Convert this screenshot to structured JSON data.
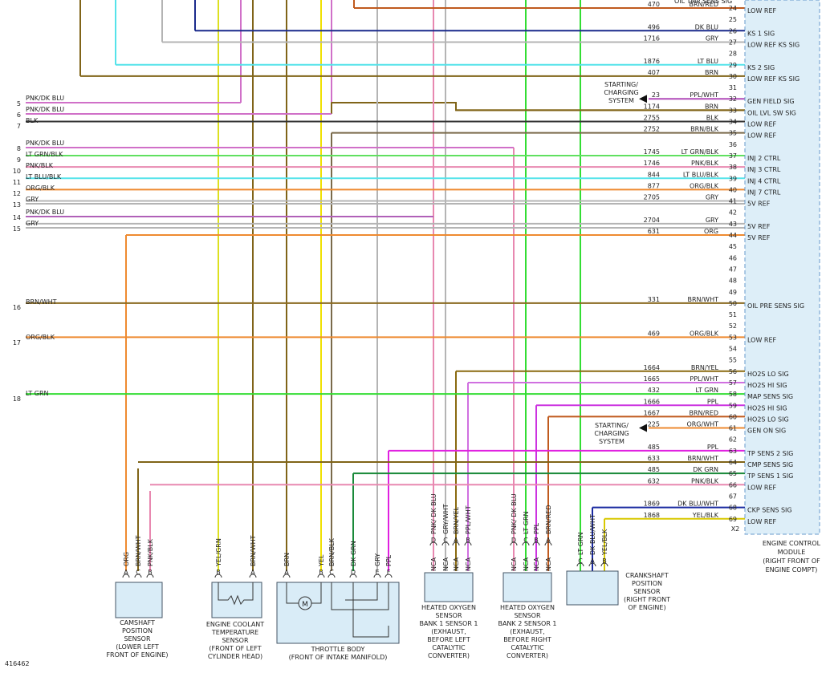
{
  "figure_id": "416462",
  "ecm": {
    "label_lines": [
      "ENGINE CONTROL",
      "MODULE",
      "(RIGHT FRONT OF",
      "ENGINE COMPT)"
    ],
    "connector": "X2",
    "pins": [
      {
        "num": "24",
        "label": "LOW REF"
      },
      {
        "num": "25",
        "label": ""
      },
      {
        "num": "26",
        "label": "KS 1 SIG"
      },
      {
        "num": "27",
        "label": "LOW REF KS SIG"
      },
      {
        "num": "28",
        "label": ""
      },
      {
        "num": "29",
        "label": "KS 2 SIG"
      },
      {
        "num": "30",
        "label": "LOW REF KS SIG"
      },
      {
        "num": "31",
        "label": ""
      },
      {
        "num": "32",
        "label": "GEN FIELD SIG"
      },
      {
        "num": "33",
        "label": "OIL LVL SW SIG"
      },
      {
        "num": "34",
        "label": "LOW REF"
      },
      {
        "num": "35",
        "label": "LOW REF"
      },
      {
        "num": "36",
        "label": ""
      },
      {
        "num": "37",
        "label": "INJ 2 CTRL"
      },
      {
        "num": "38",
        "label": "INJ 3 CTRL"
      },
      {
        "num": "39",
        "label": "INJ 4 CTRL"
      },
      {
        "num": "40",
        "label": "INJ 7 CTRL"
      },
      {
        "num": "41",
        "label": "5V REF"
      },
      {
        "num": "42",
        "label": ""
      },
      {
        "num": "43",
        "label": "5V REF"
      },
      {
        "num": "44",
        "label": "5V REF"
      },
      {
        "num": "45",
        "label": ""
      },
      {
        "num": "46",
        "label": ""
      },
      {
        "num": "47",
        "label": ""
      },
      {
        "num": "48",
        "label": ""
      },
      {
        "num": "49",
        "label": ""
      },
      {
        "num": "50",
        "label": "OIL PRE SENS SIG"
      },
      {
        "num": "51",
        "label": ""
      },
      {
        "num": "52",
        "label": ""
      },
      {
        "num": "53",
        "label": "LOW REF"
      },
      {
        "num": "54",
        "label": ""
      },
      {
        "num": "55",
        "label": ""
      },
      {
        "num": "56",
        "label": "HO2S LO SIG"
      },
      {
        "num": "57",
        "label": "HO2S HI SIG"
      },
      {
        "num": "58",
        "label": "MAP SENS SIG"
      },
      {
        "num": "59",
        "label": "HO2S HI SIG"
      },
      {
        "num": "60",
        "label": "HO2S LO SIG"
      },
      {
        "num": "61",
        "label": "GEN ON SIG"
      },
      {
        "num": "62",
        "label": ""
      },
      {
        "num": "63",
        "label": "TP SENS 2 SIG"
      },
      {
        "num": "64",
        "label": "CMP SENS SIG"
      },
      {
        "num": "65",
        "label": "TP SENS 1 SIG"
      },
      {
        "num": "66",
        "label": "LOW REF"
      },
      {
        "num": "67",
        "label": ""
      },
      {
        "num": "68",
        "label": "CKP SENS SIG"
      },
      {
        "num": "69",
        "label": "LOW REF"
      }
    ]
  },
  "ecm_wires": [
    {
      "pin": "24",
      "circuit": "470",
      "color_name": "BRN/RED",
      "hex": "#c05a1e"
    },
    {
      "pin": "26",
      "circuit": "496",
      "color_name": "DK BLU",
      "hex": "#1a2a8c"
    },
    {
      "pin": "27",
      "circuit": "1716",
      "color_name": "GRY",
      "hex": "#b4b4b4"
    },
    {
      "pin": "29",
      "circuit": "1876",
      "color_name": "LT BLU",
      "hex": "#55e3ea"
    },
    {
      "pin": "30",
      "circuit": "407",
      "color_name": "BRN",
      "hex": "#806418"
    },
    {
      "pin": "32",
      "circuit": "23",
      "color_name": "PPL/WHT",
      "hex": "#b04ab8"
    },
    {
      "pin": "33",
      "circuit": "1174",
      "color_name": "BRN",
      "hex": "#806418"
    },
    {
      "pin": "34",
      "circuit": "2755",
      "color_name": "BLK",
      "hex": "#333333"
    },
    {
      "pin": "35",
      "circuit": "2752",
      "color_name": "BRN/BLK",
      "hex": "#7a6a4a"
    },
    {
      "pin": "37",
      "circuit": "1745",
      "color_name": "LT GRN/BLK",
      "hex": "#60e060"
    },
    {
      "pin": "38",
      "circuit": "1746",
      "color_name": "PNK/BLK",
      "hex": "#e888b0"
    },
    {
      "pin": "39",
      "circuit": "844",
      "color_name": "LT BLU/BLK",
      "hex": "#55e3ea"
    },
    {
      "pin": "40",
      "circuit": "877",
      "color_name": "ORG/BLK",
      "hex": "#ee8a30"
    },
    {
      "pin": "41",
      "circuit": "2705",
      "color_name": "GRY",
      "hex": "#b4b4b4"
    },
    {
      "pin": "43",
      "circuit": "2704",
      "color_name": "GRY",
      "hex": "#b4b4b4"
    },
    {
      "pin": "44",
      "circuit": "631",
      "color_name": "ORG",
      "hex": "#ee8a30"
    },
    {
      "pin": "50",
      "circuit": "331",
      "color_name": "BRN/WHT",
      "hex": "#8a6a20"
    },
    {
      "pin": "53",
      "circuit": "469",
      "color_name": "ORG/BLK",
      "hex": "#ee8a30"
    },
    {
      "pin": "56",
      "circuit": "1664",
      "color_name": "BRN/YEL",
      "hex": "#8a6a10"
    },
    {
      "pin": "57",
      "circuit": "1665",
      "color_name": "PPL/WHT",
      "hex": "#d070e0"
    },
    {
      "pin": "58",
      "circuit": "432",
      "color_name": "LT GRN",
      "hex": "#33dd33"
    },
    {
      "pin": "59",
      "circuit": "1666",
      "color_name": "PPL",
      "hex": "#cc33e0"
    },
    {
      "pin": "60",
      "circuit": "1667",
      "color_name": "BRN/RED",
      "hex": "#c05a1e"
    },
    {
      "pin": "61",
      "circuit": "225",
      "color_name": "ORG/WHT",
      "hex": "#ee8a30"
    },
    {
      "pin": "63",
      "circuit": "485",
      "color_name": "PPL",
      "hex": "#e020e0"
    },
    {
      "pin": "64",
      "circuit": "633",
      "color_name": "BRN/WHT",
      "hex": "#806418"
    },
    {
      "pin": "65",
      "circuit": "485",
      "color_name": "DK GRN",
      "hex": "#1a8a3a"
    },
    {
      "pin": "66",
      "circuit": "632",
      "color_name": "PNK/BLK",
      "hex": "#e888b0"
    },
    {
      "pin": "68",
      "circuit": "1869",
      "color_name": "DK BLU/WHT",
      "hex": "#1a2aa0"
    },
    {
      "pin": "69",
      "circuit": "1868",
      "color_name": "YEL/BLK",
      "hex": "#d8c800"
    }
  ],
  "left_wires": [
    {
      "num": "5",
      "color_name": "PNK/DK BLU",
      "hex": "#d070c8"
    },
    {
      "num": "6",
      "color_name": "PNK/DK BLU",
      "hex": "#d070c8"
    },
    {
      "num": "7",
      "color_name": "BLK",
      "hex": "#333333"
    },
    {
      "num": "8",
      "color_name": "PNK/DK BLU",
      "hex": "#d070c8"
    },
    {
      "num": "9",
      "color_name": "LT GRN/BLK",
      "hex": "#60e060"
    },
    {
      "num": "10",
      "color_name": "PNK/BLK",
      "hex": "#e888b0"
    },
    {
      "num": "11",
      "color_name": "LT BLU/BLK",
      "hex": "#55e3ea"
    },
    {
      "num": "12",
      "color_name": "ORG/BLK",
      "hex": "#ee8a30"
    },
    {
      "num": "13",
      "color_name": "GRY",
      "hex": "#b4b4b4"
    },
    {
      "num": "14",
      "color_name": "PNK/DK BLU",
      "hex": "#b060b8"
    },
    {
      "num": "15",
      "color_name": "GRY",
      "hex": "#b4b4b4"
    },
    {
      "num": "16",
      "color_name": "BRN/WHT",
      "hex": "#8a6a20"
    },
    {
      "num": "17",
      "color_name": "ORG/BLK",
      "hex": "#ee8a30"
    },
    {
      "num": "18",
      "color_name": "LT GRN",
      "hex": "#33dd33"
    }
  ],
  "charging_system": {
    "lines": [
      "STARTING/",
      "CHARGING",
      "SYSTEM"
    ]
  },
  "top_partial_label": "OIL TMP SENS SIG",
  "components": {
    "camshaft": {
      "pins": [
        {
          "pin": "A",
          "wire": "ORG"
        },
        {
          "pin": "C",
          "wire": "BRN/WHT"
        },
        {
          "pin": "B",
          "wire": "PNK/BLK"
        }
      ],
      "label_lines": [
        "CAMSHAFT",
        "POSITION",
        "SENSOR",
        "(LOWER LEFT",
        "FRONT OF ENGINE)"
      ]
    },
    "coolant": {
      "pins": [
        {
          "pin": "B",
          "wire": "YEL/GRN"
        },
        {
          "pin": "A",
          "wire": "BRN/WHT"
        }
      ],
      "label_lines": [
        "ENGINE COOLANT",
        "TEMPERATURE",
        "SENSOR",
        "(FRONT OF LEFT",
        "CYLINDER HEAD)"
      ]
    },
    "throttle": {
      "pins": [
        {
          "pin": "A",
          "wire": "BRN"
        },
        {
          "pin": "B",
          "wire": "YEL"
        },
        {
          "pin": "C",
          "wire": "BRN/BLK"
        },
        {
          "pin": "D",
          "wire": "DK GRN"
        },
        {
          "pin": "E",
          "wire": "GRY"
        },
        {
          "pin": "F",
          "wire": "PPL"
        }
      ],
      "motor": "M",
      "label_lines": [
        "THROTTLE BODY",
        "(FRONT OF INTAKE MANIFOLD)"
      ]
    },
    "ho2s1": {
      "pins": [
        {
          "pin": "D",
          "wire": "PNK/ DK BLU",
          "nca": "NCA"
        },
        {
          "pin": "C",
          "wire": "GRY/WHT",
          "nca": "NCA"
        },
        {
          "pin": "A",
          "wire": "BRN/YEL",
          "nca": "NCA"
        },
        {
          "pin": "B",
          "wire": "PPL/WHT",
          "nca": "NCA"
        }
      ],
      "label_lines": [
        "HEATED OXYGEN",
        "SENSOR",
        "BANK 1 SENSOR 1",
        "(EXHAUST,",
        "BEFORE LEFT",
        "CATALYTIC",
        "CONVERTER)"
      ]
    },
    "ho2s2": {
      "pins": [
        {
          "pin": "D",
          "wire": "PNK/ DK BLU",
          "nca": "NCA"
        },
        {
          "pin": "C",
          "wire": "LT GRN",
          "nca": "NCA"
        },
        {
          "pin": "B",
          "wire": "PPL",
          "nca": "NCA"
        },
        {
          "pin": "A",
          "wire": "BRN/RED",
          "nca": "NCA"
        }
      ],
      "label_lines": [
        "HEATED OXYGEN",
        "SENSOR",
        "BANK 2 SENSOR 1",
        "(EXHAUST,",
        "BEFORE RIGHT",
        "CATALYTIC",
        "CONVERTER)"
      ]
    },
    "crank": {
      "pins": [
        {
          "pin": "C",
          "wire": "LT GRN"
        },
        {
          "pin": "A",
          "wire": "DK BLU/WHT"
        },
        {
          "pin": "B",
          "wire": "YEL/BLK"
        }
      ],
      "label_lines": [
        "CRANKSHAFT",
        "POSITION",
        "SENSOR",
        "(RIGHT FRONT",
        "OF ENGINE)"
      ]
    }
  }
}
